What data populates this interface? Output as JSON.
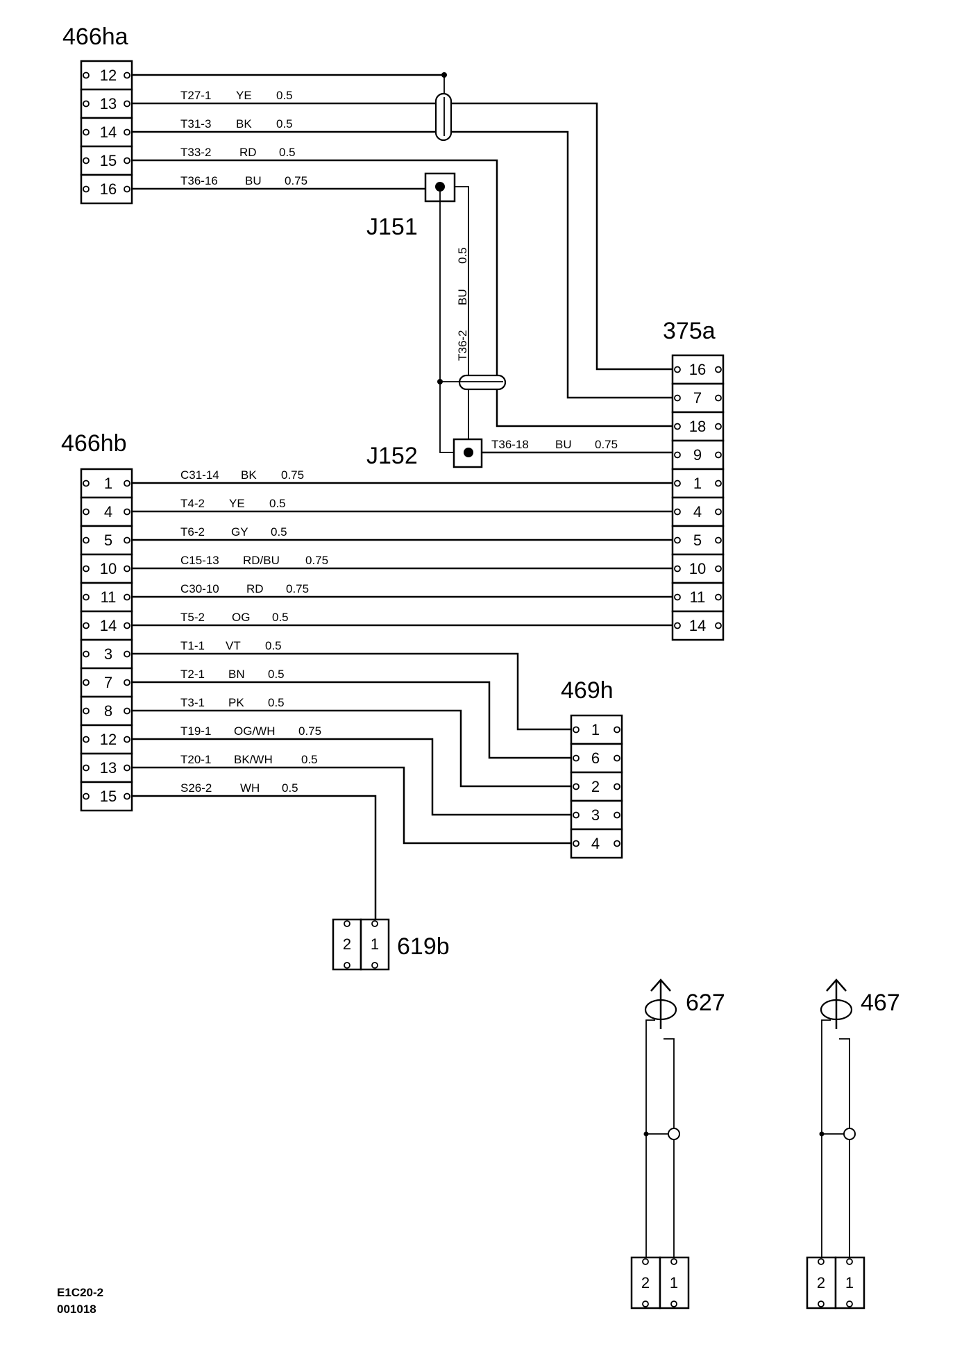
{
  "connectors": {
    "c466ha": {
      "title": "466ha",
      "pins": [
        "12",
        "13",
        "14",
        "15",
        "16"
      ]
    },
    "c466hb": {
      "title": "466hb",
      "pins": [
        "1",
        "4",
        "5",
        "10",
        "11",
        "14",
        "3",
        "7",
        "8",
        "12",
        "13",
        "15"
      ]
    },
    "c375a": {
      "title": "375a",
      "pins": [
        "16",
        "7",
        "18",
        "9",
        "1",
        "4",
        "5",
        "10",
        "11",
        "14"
      ]
    },
    "c469h": {
      "title": "469h",
      "pins": [
        "1",
        "6",
        "2",
        "3",
        "4"
      ]
    },
    "c619b": {
      "title": "619b",
      "pins": [
        "2",
        "1"
      ]
    },
    "c627": {
      "title": "627",
      "pins": [
        "2",
        "1"
      ]
    },
    "c467": {
      "title": "467",
      "pins": [
        "2",
        "1"
      ]
    }
  },
  "junctions": {
    "j151": "J151",
    "j152": "J152"
  },
  "wires_top": [
    {
      "code": "T27-1",
      "color": "YE",
      "size": "0.5"
    },
    {
      "code": "T31-3",
      "color": "BK",
      "size": "0.5"
    },
    {
      "code": "T33-2",
      "color": "RD",
      "size": "0.5"
    },
    {
      "code": "T36-16",
      "color": "BU",
      "size": "0.75"
    }
  ],
  "wire_vertical": {
    "code": "T36-2",
    "color": "BU",
    "size": "0.5"
  },
  "wire_j152": {
    "code": "T36-18",
    "color": "BU",
    "size": "0.75"
  },
  "wires_bottom": [
    {
      "code": "C31-14",
      "color": "BK",
      "size": "0.75"
    },
    {
      "code": "T4-2",
      "color": "YE",
      "size": "0.5"
    },
    {
      "code": "T6-2",
      "color": "GY",
      "size": "0.5"
    },
    {
      "code": "C15-13",
      "color": "RD/BU",
      "size": "0.75"
    },
    {
      "code": "C30-10",
      "color": "RD",
      "size": "0.75"
    },
    {
      "code": "T5-2",
      "color": "OG",
      "size": "0.5"
    },
    {
      "code": "T1-1",
      "color": "VT",
      "size": "0.5"
    },
    {
      "code": "T2-1",
      "color": "BN",
      "size": "0.5"
    },
    {
      "code": "T3-1",
      "color": "PK",
      "size": "0.5"
    },
    {
      "code": "T19-1",
      "color": "OG/WH",
      "size": "0.75"
    },
    {
      "code": "T20-1",
      "color": "BK/WH",
      "size": "0.5"
    },
    {
      "code": "S26-2",
      "color": "WH",
      "size": "0.5"
    }
  ],
  "footer": {
    "line1": "E1C20-2",
    "line2": "001018"
  }
}
